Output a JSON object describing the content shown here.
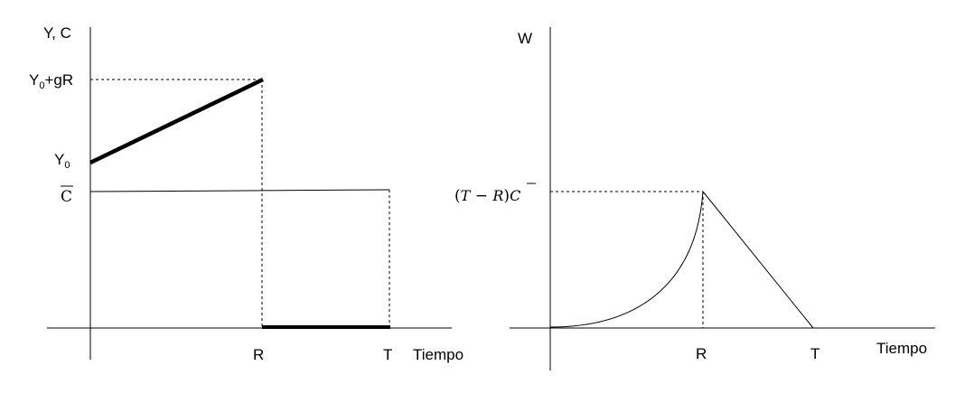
{
  "left_panel": {
    "y_axis_label": "Y, C",
    "top_level_label": "Y",
    "top_level_subscript": "0",
    "top_level_suffix": "+gR",
    "start_label": "Y",
    "start_subscript": "0",
    "cbar_label": "C",
    "x_tick_r": "R",
    "x_tick_t": "T",
    "x_axis_label": "Tiempo"
  },
  "right_panel": {
    "y_axis_label": "W",
    "peak_label_open": "(",
    "peak_label_t": "T",
    "peak_label_minus": " − ",
    "peak_label_r": "R",
    "peak_label_close": ")",
    "peak_label_c": "C",
    "x_tick_r": "R",
    "x_tick_t": "T",
    "x_axis_label": "Tiempo"
  }
}
